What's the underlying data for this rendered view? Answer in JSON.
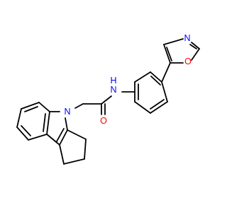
{
  "colors": {
    "background": "#ffffff",
    "bond": "#000000",
    "nitrogen": "#0000ff",
    "oxygen": "#ff0000"
  },
  "atom_labels": {
    "amide_nh": "N",
    "amide_h": "H",
    "amide_oxygen": "O",
    "indole_nitrogen": "N",
    "oxazole_nitrogen": "N",
    "oxazole_oxygen": "O"
  }
}
